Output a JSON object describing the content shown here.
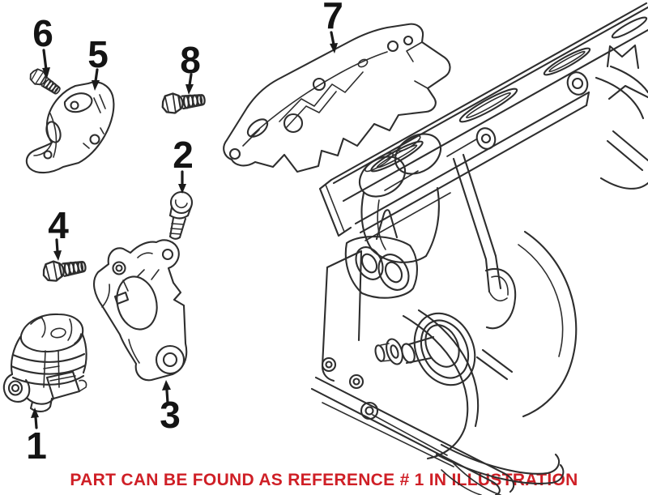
{
  "figure": {
    "callouts": [
      "1",
      "2",
      "3",
      "4",
      "5",
      "6",
      "7",
      "8"
    ],
    "note": {
      "text": "PART CAN BE FOUND AS REFERENCE # 1 IN ILLUSTRATION",
      "color": "#cf1f26"
    },
    "style": {
      "background": "#ffffff",
      "line_color": "#2e2e2e",
      "label_color": "#141414"
    }
  }
}
